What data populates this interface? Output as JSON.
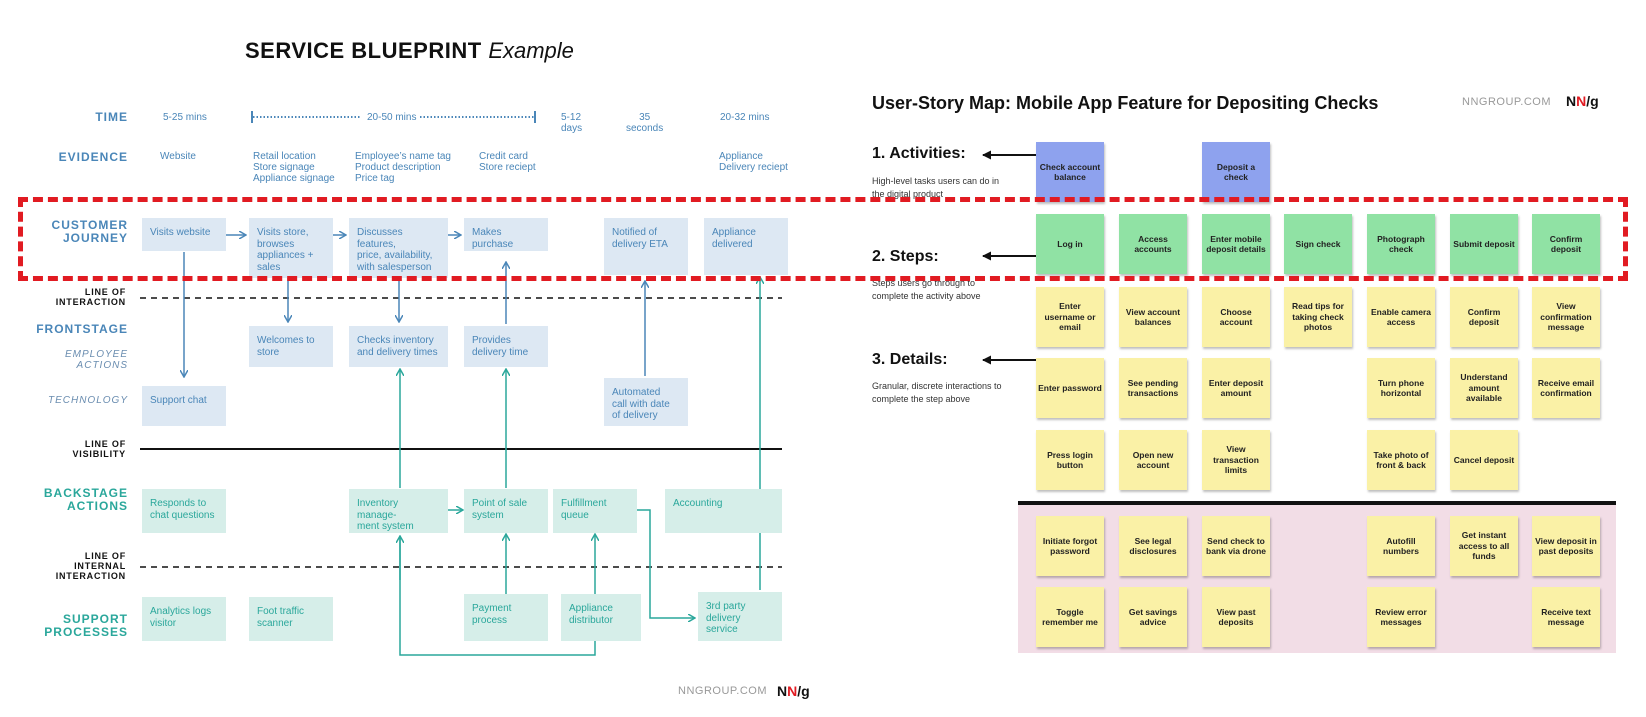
{
  "blueprint": {
    "title": "SERVICE BLUEPRINT",
    "title_suffix": "Example",
    "row_labels": {
      "time": "TIME",
      "evidence": "EVIDENCE",
      "customer_journey": "CUSTOMER\nJOURNEY",
      "frontstage": "FRONTSTAGE",
      "employee_actions": "EMPLOYEE\nACTIONS",
      "technology": "TECHNOLOGY",
      "backstage_actions": "BACKSTAGE\nACTIONS",
      "support_processes": "SUPPORT\nPROCESSES"
    },
    "line_labels": {
      "interaction": "LINE OF\nINTERACTION",
      "visibility": "LINE OF\nVISIBILITY",
      "internal_interaction": "LINE OF\nINTERNAL\nINTERACTION"
    },
    "time": [
      "5-25 mins",
      "20-50 mins",
      "5-12\ndays",
      "35\nseconds",
      "20-32 mins"
    ],
    "evidence": [
      "Website",
      "Retail location\nStore signage\nAppliance signage",
      "Employee’s name tag\nProduct description\nPrice tag",
      "Credit card\nStore reciept",
      "Appliance\nDelivery reciept"
    ],
    "journey": [
      "Visits website",
      "Visits store,\nbrowses\nappliances +\nsales",
      "Discusses features,\nprice, availability,\nwith salesperson",
      "Makes purchase",
      "Notified of\ndelivery ETA",
      "Appliance\ndelivered"
    ],
    "employee_actions": [
      "Welcomes to\nstore",
      "Checks inventory\nand delivery times",
      "Provides\ndelivery time"
    ],
    "technology": [
      "Support chat",
      "Automated\ncall with date\nof delivery"
    ],
    "backstage": [
      "Responds to\nchat questions",
      "Inventory manage-\nment system",
      "Point of sale\nsystem",
      "Fulfillment\nqueue",
      "Accounting"
    ],
    "support": [
      "Analytics logs\nvisitor",
      "Foot traffic\nscanner",
      "Payment\nprocess",
      "Appliance\ndistributor",
      "3rd party\ndelivery service"
    ],
    "footer": {
      "site": "NNGROUP.COM",
      "logo_a": "N",
      "logo_b": "N",
      "logo_c": "/g"
    }
  },
  "story_map": {
    "title": "User-Story Map: Mobile App Feature for Depositing Checks",
    "header": {
      "site": "NNGROUP.COM",
      "logo_a": "N",
      "logo_b": "N",
      "logo_c": "/g"
    },
    "sections": [
      {
        "title": "1. Activities:",
        "desc": "High-level tasks users can do in the digital product"
      },
      {
        "title": "2. Steps:",
        "desc": "Steps users go through to complete the activity above"
      },
      {
        "title": "3. Details:",
        "desc": "Granular, discrete interactions to complete the step above"
      }
    ],
    "activities": [
      "Check account balance",
      "Deposit a check"
    ],
    "steps": [
      "Log in",
      "Access accounts",
      "Enter mobile deposit details",
      "Sign check",
      "Photograph check",
      "Submit deposit",
      "Confirm deposit"
    ],
    "details_row1": [
      "Enter username or email",
      "View account balances",
      "Choose account",
      "Read tips for taking check photos",
      "Enable camera access",
      "Confirm deposit",
      "View confirmation message"
    ],
    "details_row2": [
      "Enter password",
      "See pending transactions",
      "Enter deposit amount",
      "Turn phone horizontal",
      "Understand amount available",
      "Receive email confirmation"
    ],
    "details_row3": [
      "Press login button",
      "Open new account",
      "View transaction limits",
      "Take photo of front & back",
      "Cancel deposit"
    ],
    "later_row1": [
      "Initiate forgot password",
      "See legal disclosures",
      "Send check to bank via drone",
      "Autofill numbers",
      "Get instant access to all funds",
      "View deposit in past deposits"
    ],
    "later_row2": [
      "Toggle remember me",
      "Get savings advice",
      "View past deposits",
      "Review error messages",
      "Receive text message"
    ]
  },
  "colors": {
    "highlight": "#e11b22",
    "blue_text": "#4a86b8",
    "teal_text": "#2aa79b",
    "activity": "#8ea2ee",
    "step": "#90e2a4",
    "detail": "#faf1a6",
    "release_zone": "#f2dde6"
  }
}
